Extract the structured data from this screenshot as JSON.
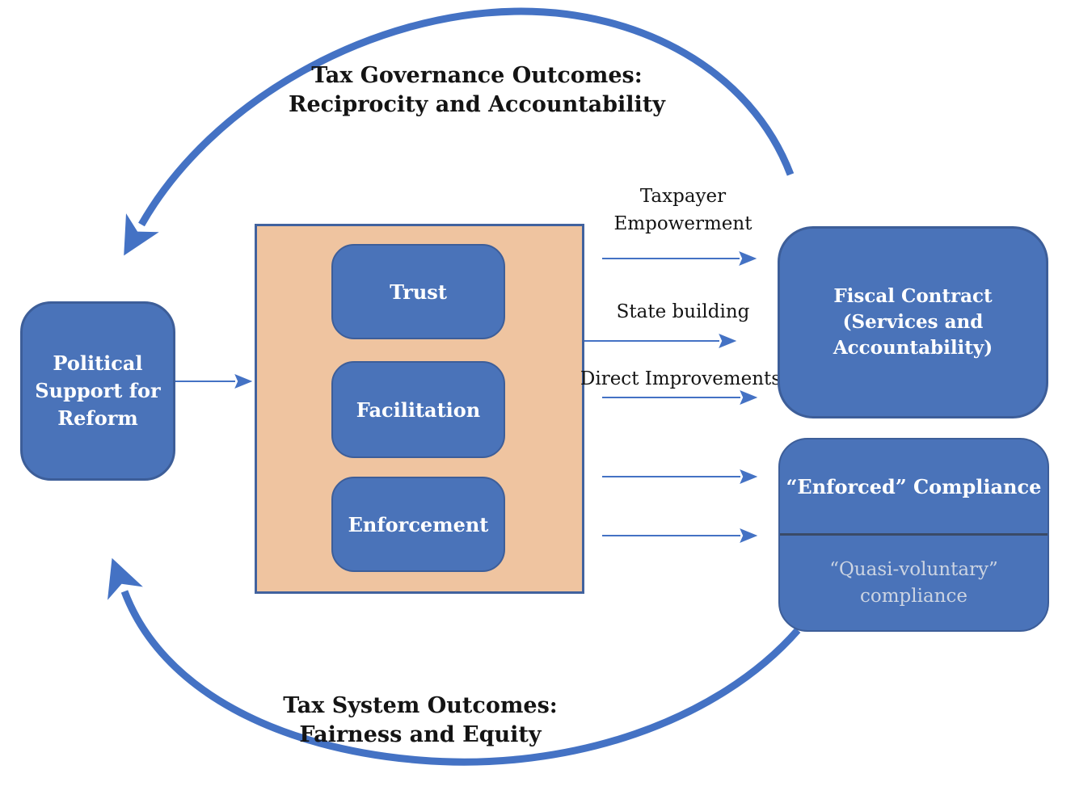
{
  "colors": {
    "box_blue_fill": "#4a73b9",
    "box_blue_border": "#3d5e99",
    "panel_orange_fill": "#efc4a0",
    "arrow_blue": "#4472c4",
    "divider_dark": "#3a4a67",
    "text_black": "#141414",
    "text_white": "#ffffff",
    "text_faded_white": "#ccd4e2",
    "background": "#ffffff"
  },
  "top_caption": {
    "lines": [
      "Tax Governance Outcomes:",
      "Reciprocity and Accountability"
    ]
  },
  "bottom_caption": {
    "lines": [
      "Tax System Outcomes:",
      "Fairness and Equity"
    ]
  },
  "left_box": {
    "label": "Political Support for Reform",
    "lines": [
      "Political",
      "Support for",
      "Reform"
    ]
  },
  "center_panel": {
    "boxes": [
      {
        "label": "Trust"
      },
      {
        "label": "Facilitation"
      },
      {
        "label": "Enforcement"
      }
    ]
  },
  "flow_labels": {
    "taxpayer": {
      "lines": [
        "Taxpayer",
        "Empowerment"
      ]
    },
    "state": {
      "label": "State building"
    },
    "direct": {
      "label": "Direct Improvements"
    }
  },
  "right_boxes": {
    "fiscal": {
      "label": "Fiscal Contract (Services and Accountability)",
      "lines": [
        "Fiscal Contract",
        "(Services and",
        "Accountability)"
      ]
    },
    "enforced": {
      "label": "“Enforced” Compliance"
    },
    "quasi": {
      "label": "“Quasi-voluntary” compliance",
      "lines": [
        "“Quasi-voluntary”",
        "compliance"
      ]
    }
  }
}
